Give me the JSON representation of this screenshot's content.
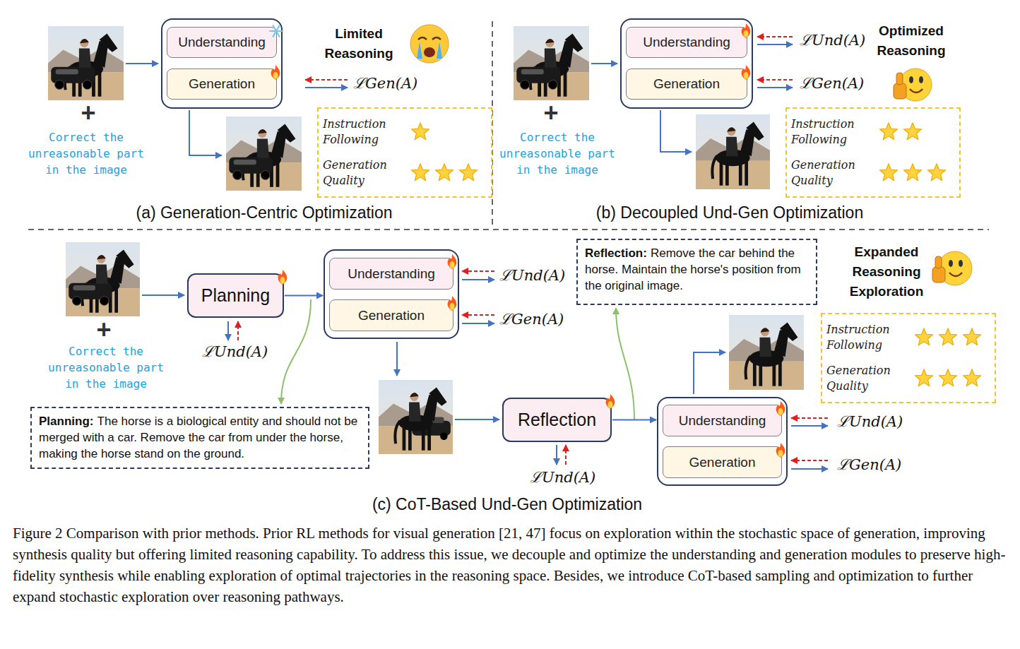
{
  "diagram": {
    "caption": "Figure 2 Comparison with prior methods. Prior RL methods for visual generation [21, 47] focus on exploration within the stochastic space of generation, improving synthesis quality but offering limited reasoning capability. To address this issue, we decouple and optimize the understanding and generation modules to preserve high-fidelity synthesis while enabling exploration of optimal trajectories in the reasoning space. Besides, we introduce CoT-based sampling and optimization to further expand stochastic exploration over reasoning pathways.",
    "nodes": [
      {
        "text": []
      },
      {
        "text": [
          "Understanding"
        ],
        "in": 0
      },
      {
        "text": [
          "Generation"
        ],
        "in": 0
      },
      {
        "text": [
          "Instruction Following",
          "Generation Quality"
        ]
      },
      {
        "text": []
      },
      {
        "text": [
          "Understanding"
        ],
        "in": 4
      },
      {
        "text": [
          "Generation"
        ],
        "in": 4
      },
      {
        "text": [
          "Instruction Following",
          "Generation Quality"
        ]
      },
      {
        "text": [
          "Planning"
        ]
      },
      {
        "text": []
      },
      {
        "text": [
          "Understanding"
        ],
        "in": 9
      },
      {
        "text": [
          "Generation"
        ],
        "in": 9
      },
      {
        "text": [
          "Planning:",
          "The horse is a biological entity and should not be merged with a car. Remove the car from under the horse, making the horse stand on the ground."
        ]
      },
      {
        "text": [
          "Reflection"
        ]
      },
      {
        "text": [
          "Reflection:",
          "Remove the car behind the horse. Maintain the horse's position from the original image."
        ]
      },
      {
        "text": []
      },
      {
        "text": [
          "Understanding"
        ],
        "in": 15
      },
      {
        "text": [
          "Generation"
        ],
        "in": 15
      },
      {
        "text": [
          "Instruction Following",
          "Generation Quality"
        ]
      }
    ],
    "edges": [
      {
        "from": 8,
        "to": 9,
        "arrow": "to"
      },
      {
        "from": 13,
        "to": 15,
        "arrow": "to"
      }
    ],
    "labels": [
      "+",
      "Correct the unreasonable part in the image",
      "Limited Reasoning",
      "ℒGen(A)",
      "(a) Generation-Centric Optimization",
      "+",
      "Correct the unreasonable part in the image",
      "Optimized Reasoning",
      "ℒUnd(A)",
      "ℒGen(A)",
      "(b) Decoupled Und-Gen Optimization",
      "+",
      "Correct the unreasonable part in the image",
      "ℒUnd(A)",
      "ℒUnd(A)",
      "ℒGen(A)",
      "ℒUnd(A)",
      "ℒUnd(A)",
      "ℒGen(A)",
      "Expanded Reasoning Exploration",
      "(c) CoT-Based Und-Gen Optimization"
    ]
  }
}
